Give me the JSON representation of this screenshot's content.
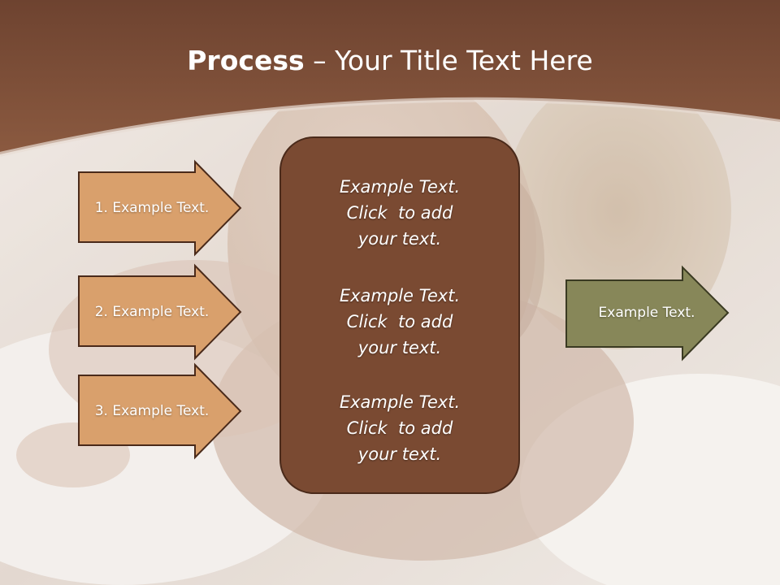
{
  "title": {
    "bold": "Process",
    "rest": " – Your Title Text Here"
  },
  "steps": [
    {
      "label": "1. Example Text."
    },
    {
      "label": "2. Example Text."
    },
    {
      "label": "3. Example Text."
    }
  ],
  "center": {
    "paragraphs": [
      [
        "Example Text.",
        "Click  to add",
        "your text."
      ],
      [
        "Example Text.",
        "Click  to add",
        "your text."
      ],
      [
        "Example Text.",
        "Click  to add",
        "your text."
      ]
    ]
  },
  "output": {
    "label": "Example Text."
  },
  "colors": {
    "header": "#7a4a32",
    "step_arrow_fill": "#d9a06c",
    "step_arrow_stroke": "#4a2a1a",
    "center_fill": "#7a4a32",
    "output_arrow_fill": "#878759",
    "output_arrow_stroke": "#3a3a22"
  }
}
